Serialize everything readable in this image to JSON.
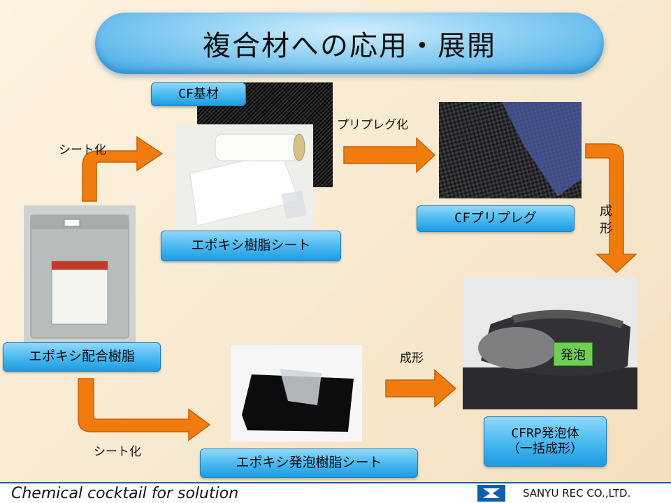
{
  "title": "複合材への応用・展開",
  "labels": {
    "cf_base": "CF基材",
    "epoxy_sheet": "エポキシ樹脂シート",
    "cf_prepreg": "CFプリプレグ",
    "epoxy_compound": "エポキシ配合樹脂",
    "epoxy_foam_sheet": "エポキシ発泡樹脂シート",
    "cfrp_foam": "CFRP発泡体\n（一括成形）"
  },
  "steps": {
    "sheet_top": "シート化",
    "sheet_bottom": "シート化",
    "prepreg": "プリプレグ化",
    "molding_vertical": "成\n形",
    "molding_horizontal": "成形"
  },
  "badge": "発泡",
  "footer": {
    "tagline": "Chemical cocktail for solution",
    "company": "SANYU REC CO.,LTD."
  },
  "colors": {
    "arrow": "#f07c10",
    "label_blue": "#3fb0ee",
    "title_blue": "#5ab9ec",
    "badge_green": "#6fcf52",
    "footer_line": "#0f5fae"
  }
}
